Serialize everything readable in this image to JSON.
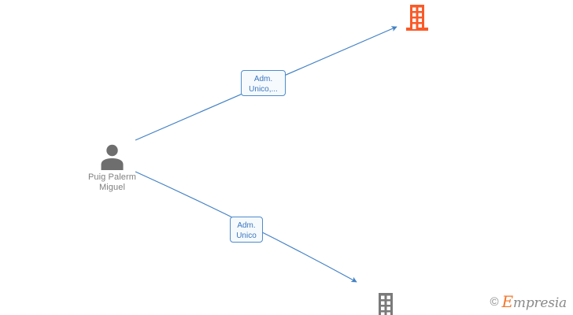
{
  "graph": {
    "title": "Puig Palerm Miguel relations graph",
    "background_color": "#ffffff",
    "edge_color": "#4281c4",
    "person_color": "#6e6e6e",
    "label_text_color": "#3a76bf",
    "label_border_color": "#4e8ccc",
    "label_fill_color": "#f6fafd"
  },
  "person": {
    "name": "Puig Palerm\nMiguel",
    "icon": "person-avatar-icon"
  },
  "companies": [
    {
      "id": "company-orange",
      "icon": "building-icon",
      "color": "#fa5a28",
      "label": ""
    },
    {
      "id": "company-grey",
      "icon": "building-icon",
      "color": "#7a7a7a",
      "label": ""
    }
  ],
  "edges": [
    {
      "id": "edge-upper",
      "from": "person",
      "to": "company-orange",
      "role": "Adm.\nUnico,..."
    },
    {
      "id": "edge-lower",
      "from": "person",
      "to": "company-grey",
      "role": "Adm.\nUnico"
    }
  ],
  "watermark": {
    "copyright": "©",
    "brand_initial": "E",
    "brand_rest": "mpresia"
  }
}
